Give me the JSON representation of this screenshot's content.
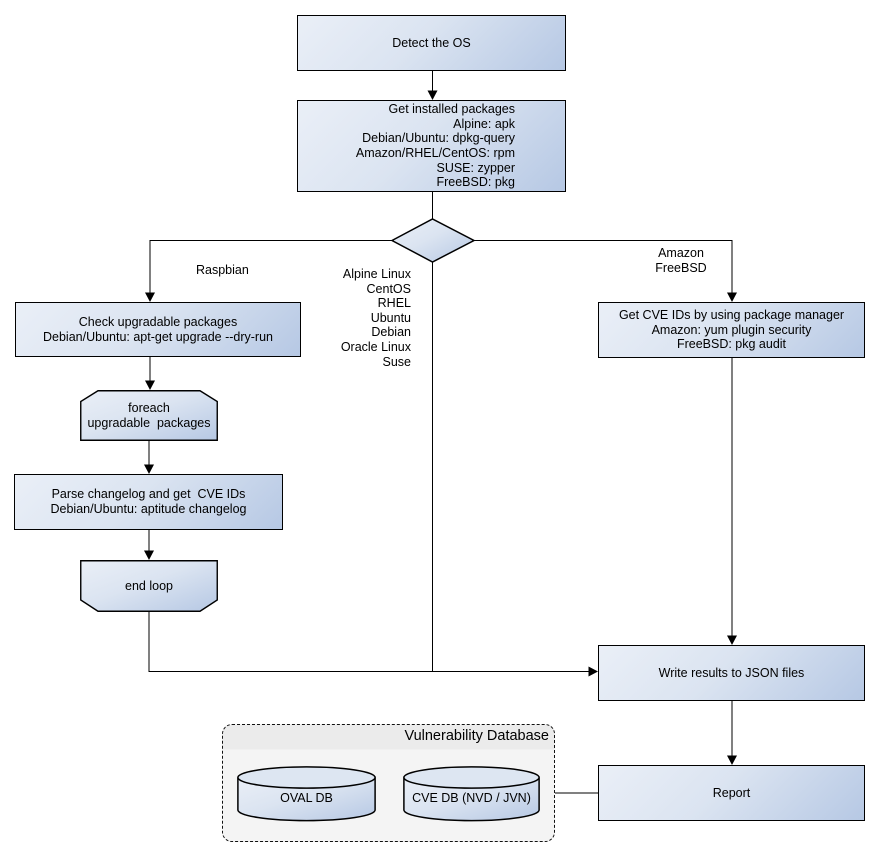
{
  "diagram_title": "OS package vulnerability scan flowchart",
  "colors": {
    "node_gradient_start": "#eaeff7",
    "node_gradient_end": "#b6c8e4",
    "edge": "#000000",
    "group_background": "#f4f4f4",
    "group_header_background": "#ebebeb"
  },
  "nodes": {
    "detect_os": {
      "label": "Detect the OS"
    },
    "get_packages": {
      "label": "Get installed packages\nAlpine: apk\nDebian/Ubuntu: dpkg-query\nAmazon/RHEL/CentOS: rpm\nSUSE: zypper\nFreeBSD: pkg"
    },
    "check_upgradable": {
      "label": "Check upgradable packages\nDebian/Ubuntu: apt-get upgrade --dry-run"
    },
    "foreach_loop": {
      "label": "foreach\nupgradable  packages"
    },
    "parse_changelog": {
      "label": "Parse changelog and get  CVE IDs\nDebian/Ubuntu: aptitude changelog"
    },
    "end_loop": {
      "label": "end loop"
    },
    "get_cve_ids": {
      "label": "Get CVE IDs by using package manager\nAmazon: yum plugin security\nFreeBSD: pkg audit"
    },
    "write_results": {
      "label": "Write results to JSON files"
    },
    "report": {
      "label": "Report"
    }
  },
  "edge_labels": {
    "raspbian": "Raspbian",
    "os_list": "Alpine Linux\nCentOS\nRHEL\nUbuntu\nDebian\nOracle Linux\nSuse",
    "amazon_freebsd": "Amazon\nFreeBSD"
  },
  "database_group": {
    "title": "Vulnerability Database",
    "cylinders": [
      {
        "label": "OVAL DB"
      },
      {
        "label": "CVE DB (NVD / JVN)"
      }
    ]
  }
}
